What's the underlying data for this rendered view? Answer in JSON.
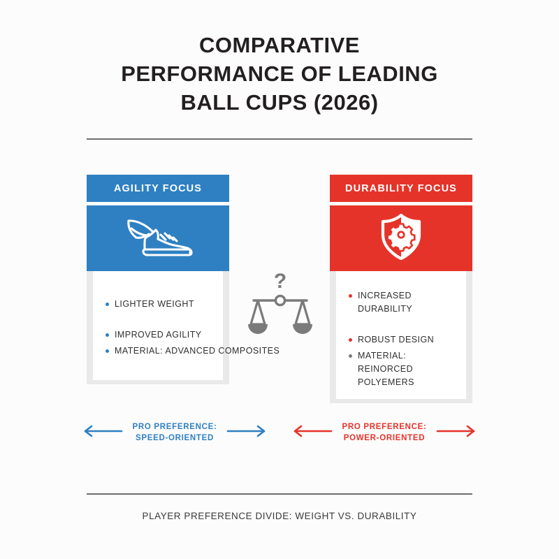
{
  "title": {
    "lines": [
      "COMPARATIVE",
      "PERFORMANCE OF LEADING",
      "BALL CUPS (2026)"
    ]
  },
  "colors": {
    "blue": "#2e80c2",
    "red": "#e63329",
    "gray": "#7a7a7a",
    "background": "#fcfcfc",
    "panel_gray": "#e9e9e9",
    "rule": "#6e6e6e"
  },
  "columns": [
    {
      "header": "AGILITY FOCUS",
      "accent": "#2e80c2",
      "icon": "winged-shoe-icon",
      "bullets": [
        {
          "text": "LIGHTER WEIGHT",
          "dot_color": "#2e80c2",
          "gap": false,
          "wrap": false
        },
        {
          "text": "IMPROVED AGILITY",
          "dot_color": "#2e80c2",
          "gap": true,
          "wrap": false
        },
        {
          "text": "MATERIAL: ADVANCED COMPOSITES",
          "dot_color": "#2e80c2",
          "gap": false,
          "wrap": false
        }
      ]
    },
    {
      "header": "DURABILITY FOCUS",
      "accent": "#e63329",
      "icon": "shield-gear-icon",
      "bullets": [
        {
          "text": "INCREASED DURABILITY",
          "dot_color": "#e63329",
          "gap": false,
          "wrap": true
        },
        {
          "text": "ROBUST DESIGN",
          "dot_color": "#e63329",
          "gap": true,
          "wrap": false
        },
        {
          "text": "MATERIAL: REINORCED POLYEMERS",
          "dot_color": "#7a7a7a",
          "gap": false,
          "wrap": true
        }
      ]
    }
  ],
  "center": {
    "icon": "balance-scale-icon",
    "question_mark": "?"
  },
  "preferences": [
    {
      "line1": "PRO PREFERENCE:",
      "line2": "SPEED-ORIENTED",
      "color": "#2e80c2"
    },
    {
      "line1": "PRO PREFERENCE:",
      "line2": "POWER-ORIENTED",
      "color": "#e63329"
    }
  ],
  "footer": "PLAYER PREFERENCE DIVIDE: WEIGHT VS. DURABILITY"
}
